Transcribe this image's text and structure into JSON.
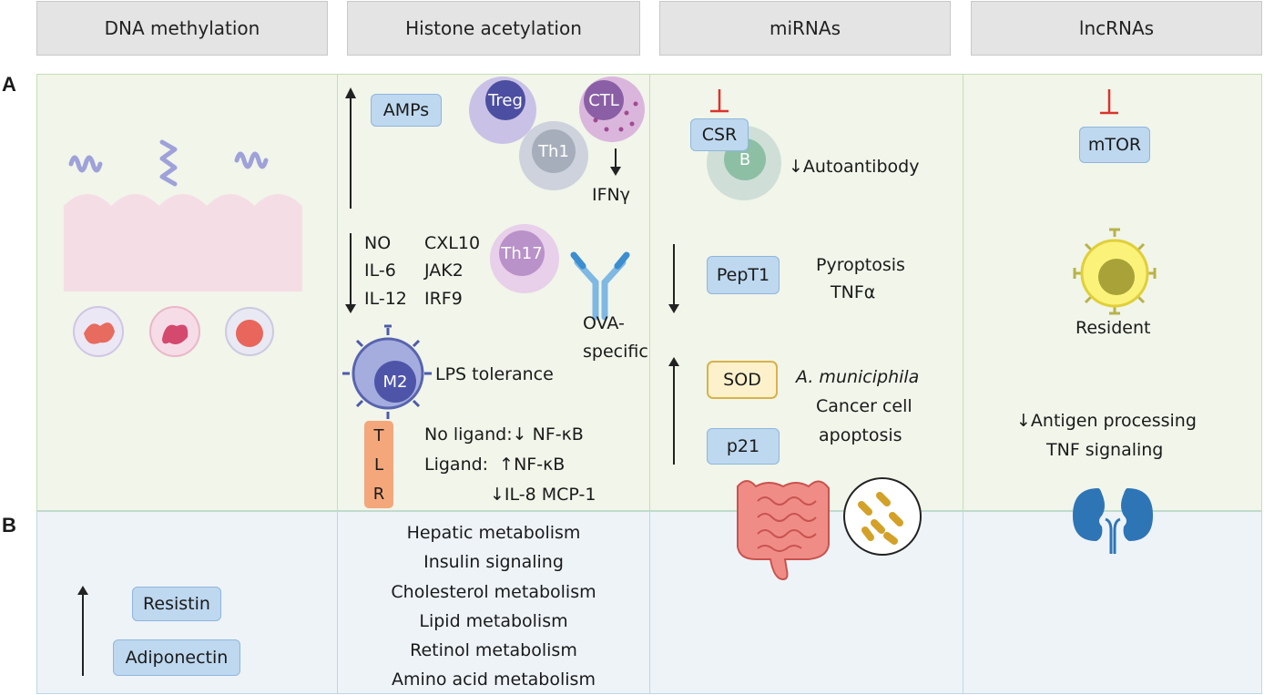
{
  "headers": [
    "DNA methylation",
    "Histone acetylation",
    "miRNAs",
    "lncRNAs"
  ],
  "panel_labels": {
    "a": "A",
    "b": "B"
  },
  "histone": {
    "amps": "AMPs",
    "cells": {
      "treg": "Treg",
      "ctl": "CTL",
      "th1": "Th1",
      "th17": "Th17",
      "m2": "M2"
    },
    "ifn": "IFNγ",
    "cytokines_left": [
      "NO",
      "IL-6",
      "IL-12"
    ],
    "cytokines_right": [
      "CXL10",
      "JAK2",
      "IRF9"
    ],
    "ova": [
      "OVA-",
      "specific"
    ],
    "lps": "LPS tolerance",
    "tlr": [
      "T",
      "L",
      "R"
    ],
    "tlr_lines": [
      "No ligand:↓ NF-κB",
      "Ligand:  ↑NF-κB",
      "↓IL-8 MCP-1"
    ]
  },
  "mirna": {
    "csr": "CSR",
    "b_cell": "B",
    "autoantibody": "↓Autoantibody",
    "pept1": "PepT1",
    "pyroptosis": [
      "Pyroptosis",
      "TNFα"
    ],
    "sod": "SOD",
    "p21": "p21",
    "microbe": "A. municiphila",
    "apoptosis": [
      "Cancer cell",
      "apoptosis"
    ]
  },
  "lncrna": {
    "mtor": "mTOR",
    "resident": "Resident",
    "antigen": [
      "↓Antigen processing",
      "TNF signaling"
    ]
  },
  "panel_b": {
    "resistin": "Resistin",
    "adiponectin": "Adiponectin",
    "metabolism": [
      "Hepatic metabolism",
      "Insulin signaling",
      "Cholesterol metabolism",
      "Lipid metabolism",
      "Retinol metabolism",
      "Amino acid metabolism"
    ]
  },
  "colors": {
    "panel_a": "#f1f5ea",
    "panel_b": "#eef3f8",
    "label_box": "#bed8ef",
    "header": "#e4e4e4",
    "inhibit": "#d9342b"
  }
}
